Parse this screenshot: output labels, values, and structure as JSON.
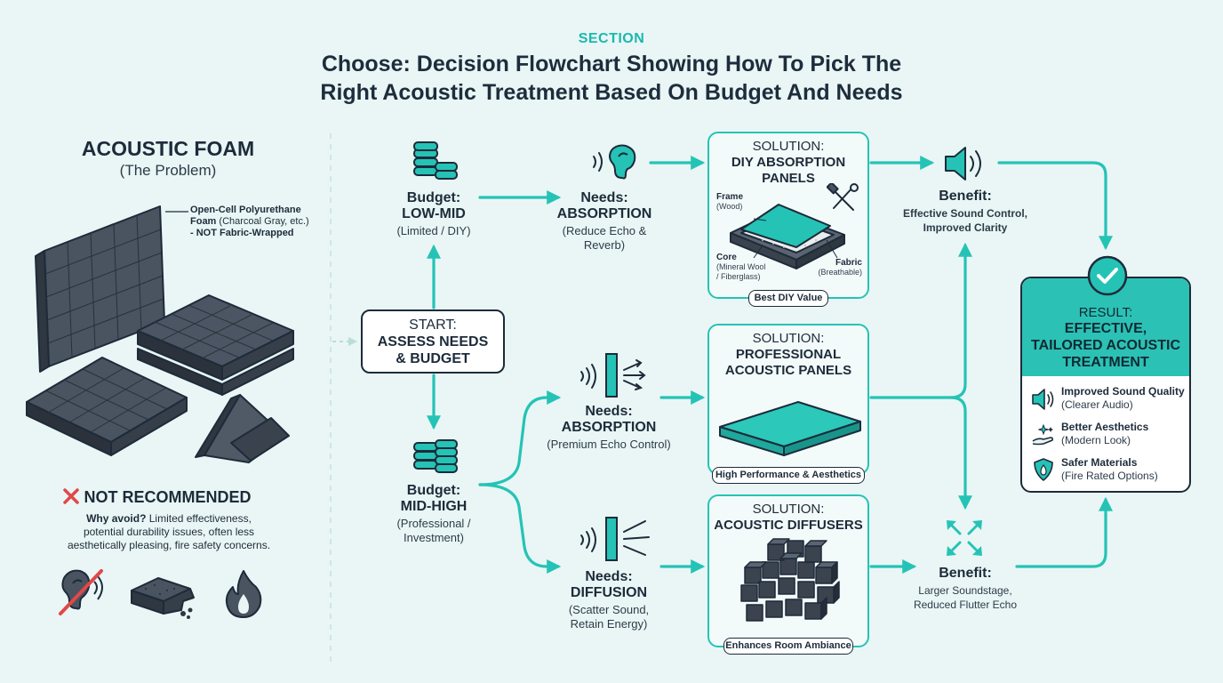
{
  "header": {
    "section_tag": "SECTION",
    "title_line1": "Choose: Decision Flowchart Showing How To Pick The",
    "title_line2": "Right Acoustic Treatment Based On Budget And Needs"
  },
  "problem": {
    "title": "ACOUSTIC FOAM",
    "subtitle": "(The Problem)",
    "note_bold": "Open-Cell Polyurethane",
    "note_line2_bold": "Foam",
    "note_line2_rest": " (Charcoal Gray, etc.)",
    "note_line3": "- NOT Fabric-Wrapped",
    "not_recommended": "NOT RECOMMENDED",
    "why_bold": "Why avoid?",
    "why_line1_rest": " Limited effectiveness,",
    "why_line2": "potential durability issues, often less",
    "why_line3": "aesthetically pleasing, fire safety concerns."
  },
  "start": {
    "line1": "START:",
    "line2": "ASSESS NEEDS",
    "line3": "& BUDGET"
  },
  "budget_low": {
    "line1": "Budget:",
    "line2": "LOW-MID",
    "sub": "(Limited / DIY)"
  },
  "budget_high": {
    "line1": "Budget:",
    "line2": "MID-HIGH",
    "sub1": "(Professional /",
    "sub2": "Investment)"
  },
  "needs_low_absorption": {
    "line1": "Needs:",
    "line2": "ABSORPTION",
    "sub": "(Reduce Echo & Reverb)"
  },
  "needs_high_absorption": {
    "line1": "Needs:",
    "line2": "ABSORPTION",
    "sub": "(Premium Echo Control)"
  },
  "needs_diffusion": {
    "line1": "Needs:",
    "line2": "DIFFUSION",
    "sub1": "(Scatter Sound,",
    "sub2": "Retain Energy)"
  },
  "solution_diy": {
    "label": "SOLUTION:",
    "name1": "DIY ABSORPTION",
    "name2": "PANELS",
    "frame": "Frame",
    "frame_sub": "(Wood)",
    "core": "Core",
    "core_sub1": "(Mineral Wool",
    "core_sub2": "/ Fiberglass)",
    "fabric": "Fabric",
    "fabric_sub": "(Breathable)",
    "badge": "Best DIY Value"
  },
  "solution_pro": {
    "label": "SOLUTION:",
    "name1": "PROFESSIONAL",
    "name2": "ACOUSTIC PANELS",
    "badge": "High Performance & Aesthetics"
  },
  "solution_diffusers": {
    "label": "SOLUTION:",
    "name1": "ACOUSTIC DIFFUSERS",
    "badge": "Enhances Room Ambiance"
  },
  "benefit_top": {
    "title": "Benefit:",
    "line1": "Effective Sound Control,",
    "line2": "Improved Clarity"
  },
  "benefit_bottom": {
    "title": "Benefit:",
    "line1": "Larger Soundstage,",
    "line2": "Reduced Flutter Echo"
  },
  "result": {
    "label": "RESULT:",
    "line1": "EFFECTIVE,",
    "line2": "TAILORED ACOUSTIC",
    "line3": "TREATMENT",
    "items": [
      {
        "head": "Improved Sound Quality",
        "sub": "(Clearer Audio)",
        "icon": "speaker-icon"
      },
      {
        "head": "Better Aesthetics",
        "sub": "(Modern Look)",
        "icon": "sparkle-hand-icon"
      },
      {
        "head": "Safer Materials",
        "sub": "(Fire Rated Options)",
        "icon": "shield-flame-icon"
      }
    ]
  },
  "colors": {
    "accent": "#25c3b6",
    "dark": "#1d2b3a",
    "background": "#e9f6f5",
    "danger": "#e04848"
  }
}
